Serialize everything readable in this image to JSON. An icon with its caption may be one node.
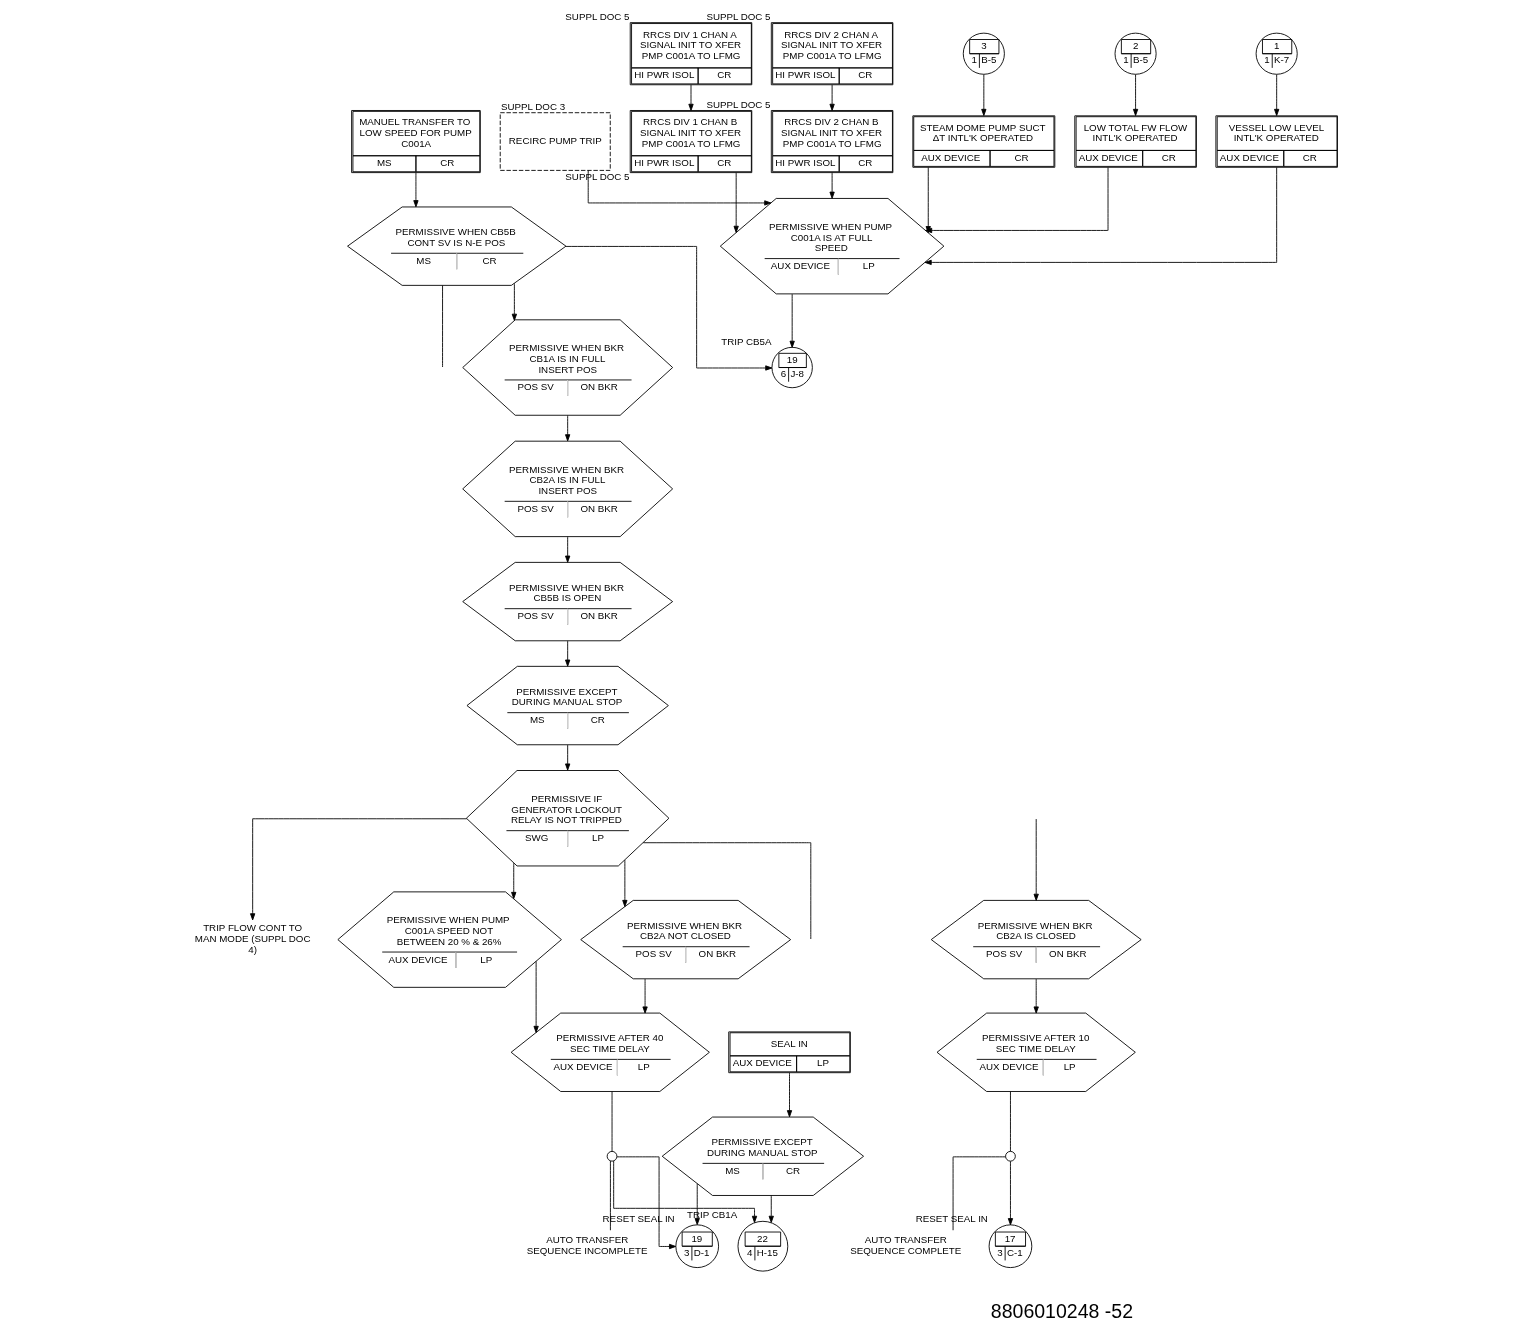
{
  "diagram": {
    "nodes": [
      {
        "text": [
          "MANUEL TRANSFER TO LOW SPEED FOR PUMP C001A",
          "MS",
          "CR"
        ]
      },
      {
        "text": [
          "PERMISSIVE WHEN CB5B CONT SV IS N-E POS",
          "MS",
          "CR"
        ]
      },
      {
        "text": [
          "PERMISSIVE WHEN BKR CB1A IS IN FULL INSERT POS",
          "POS SV",
          "ON BKR"
        ]
      },
      {
        "text": [
          "PERMISSIVE WHEN BKR CB2A IS IN FULL INSERT POS",
          "POS SV",
          "ON BKR"
        ]
      },
      {
        "text": [
          "PERMISSIVE WHEN BKR CB5B IS OPEN",
          "POS SV",
          "ON BKR"
        ]
      },
      {
        "text": [
          "PERMISSIVE EXCEPT DURING MANUAL STOP",
          "MS",
          "CR"
        ]
      },
      {
        "text": [
          "PERMISSIVE IF GENERATOR LOCKOUT RELAY IS NOT TRIPPED",
          "SWG",
          "LP"
        ]
      },
      {
        "text": [
          "STEAM DOME PUMP SUCT ΔT INTL'K OPERATED",
          "AUX DEVICE",
          "CR"
        ]
      },
      {
        "text": [
          "3",
          "1",
          "B-5"
        ]
      },
      {
        "text": [
          "LOW TOTAL FW FLOW INTL'K OPERATED",
          "AUX DEVICE",
          "CR"
        ]
      },
      {
        "text": [
          "2",
          "1",
          "B-5"
        ]
      },
      {
        "text": [
          "VESSEL LOW LEVEL INTL'K OPERATED",
          "AUX DEVICE",
          "CR"
        ]
      },
      {
        "text": [
          "1",
          "1",
          "K-7"
        ]
      },
      {
        "text": [
          "RECIRC PUMP TRIP"
        ],
        "beside": [
          "SUPPL DOC 3"
        ]
      },
      {
        "text": [
          "RRCS DIV 1 CHAN A SIGNAL INIT TO XFER PMP C001A TO LFMG",
          "HI PWR ISOL",
          "CR"
        ],
        "beside": [
          "SUPPL DOC 5"
        ]
      },
      {
        "text": [
          "RRCS DIV 2 CHAN A SIGNAL INIT TO XFER PMP C001A TO LFMG",
          "HI PWR ISOL",
          "CR"
        ],
        "beside": [
          "SUPPL DOC 5"
        ]
      },
      {
        "text": [
          "RRCS DIV 1 CHAN B SIGNAL INIT TO XFER PMP C001A TO LFMG",
          "HI PWR ISOL",
          "CR"
        ],
        "beside": [
          "SUPPL DOC 5"
        ]
      },
      {
        "text": [
          "RRCS DIV 2 CHAN B SIGNAL INIT TO XFER PMP C001A TO LFMG",
          "HI PWR ISOL",
          "CR"
        ],
        "beside": [
          "SUPPL DOC 5"
        ]
      },
      {
        "text": [
          "PERMISSIVE WHEN PUMP C001A IS AT FULL SPEED",
          "AUX DEVICE",
          "LP"
        ]
      },
      {
        "text": [
          "19",
          "6",
          "J-8"
        ],
        "beside": [
          "TRIP CB5A"
        ]
      },
      {
        "text": [
          "TRIP FLOW CONT TO MAN MODE (SUPPL DOC 4)"
        ]
      },
      {
        "text": [
          "PERMISSIVE WHEN PUMP C001A SPEED NOT BETWEEN 20 % & 26%",
          "AUX DEVICE",
          "LP"
        ]
      },
      {
        "text": [
          "PERMISSIVE WHEN BKR CB2A NOT CLOSED",
          "POS SV",
          "ON BKR"
        ]
      },
      {
        "text": [
          "PERMISSIVE AFTER 40 SEC TIME DELAY",
          "AUX DEVICE",
          "LP"
        ]
      },
      {
        "text": [],
        "shape": "circle"
      },
      {
        "text": [
          "AUTO TRANSFER SEQUENCE INCOMPLETE"
        ]
      },
      {
        "text": [
          "22",
          "4",
          "H-15"
        ],
        "beside": [
          "TRIP CB1A"
        ]
      },
      {
        "text": [
          "19",
          "3",
          "D-1"
        ],
        "beside": [
          "RESET SEAL IN"
        ]
      },
      {
        "text": [
          "SEAL IN",
          "AUX DEVICE",
          "LP"
        ]
      },
      {
        "text": [
          "PERMISSIVE EXCEPT DURING MANUAL STOP",
          "MS",
          "CR"
        ]
      },
      {
        "text": [
          "PERMISSIVE WHEN BKR CB2A IS CLOSED",
          "POS SV",
          "ON BKR"
        ]
      },
      {
        "text": [
          "PERMISSIVE AFTER 10 SEC TIME DELAY",
          "AUX DEVICE",
          "LP"
        ]
      },
      {
        "text": [],
        "shape": "circle"
      },
      {
        "text": [
          "AUTO TRANSFER SEQUENCE COMPLETE"
        ]
      },
      {
        "text": [
          "17",
          "3",
          "C-1"
        ],
        "beside": [
          "RESET SEAL IN"
        ]
      }
    ],
    "edges": [
      {
        "from": 0,
        "to": 1,
        "arrow": "to"
      },
      {
        "from": 1,
        "to": 2,
        "arrow": "to"
      },
      {
        "from": 2,
        "to": 3,
        "arrow": "to"
      },
      {
        "from": 3,
        "to": 4,
        "arrow": "to"
      },
      {
        "from": 4,
        "to": 5,
        "arrow": "to"
      },
      {
        "from": 5,
        "to": 6,
        "arrow": "to"
      },
      {
        "from": 1,
        "to": null,
        "arrow": "none"
      },
      {
        "from": 1,
        "to": 19,
        "arrow": "to"
      },
      {
        "from": 8,
        "to": 7,
        "arrow": "to"
      },
      {
        "from": 10,
        "to": 9,
        "arrow": "to"
      },
      {
        "from": 12,
        "to": 11,
        "arrow": "to"
      },
      {
        "from": 14,
        "to": 16,
        "arrow": "to"
      },
      {
        "from": 15,
        "to": 17,
        "arrow": "to"
      },
      {
        "from": 7,
        "to": 18,
        "arrow": "to"
      },
      {
        "from": 9,
        "to": 18,
        "arrow": "to"
      },
      {
        "from": 11,
        "to": 18,
        "arrow": "to"
      },
      {
        "from": 13,
        "to": 18,
        "arrow": "to"
      },
      {
        "from": 16,
        "to": 18,
        "arrow": "to"
      },
      {
        "from": 17,
        "to": 18,
        "arrow": "to"
      },
      {
        "from": 18,
        "to": 19,
        "arrow": "to"
      },
      {
        "from": 6,
        "to": null,
        "arrow": "none"
      },
      {
        "from": 6,
        "to": 20,
        "arrow": "to"
      },
      {
        "from": 6,
        "to": 21,
        "arrow": "to"
      },
      {
        "from": 6,
        "to": 22,
        "arrow": "to"
      },
      {
        "from": 21,
        "to": 23,
        "arrow": "to"
      },
      {
        "from": 22,
        "to": 23,
        "arrow": "to"
      },
      {
        "from": 23,
        "to": 24,
        "arrow": "none"
      },
      {
        "from": 24,
        "to": 25,
        "arrow": "none"
      },
      {
        "from": 24,
        "to": 26,
        "arrow": "to"
      },
      {
        "from": 24,
        "to": 27,
        "arrow": "to"
      },
      {
        "from": 28,
        "to": 29,
        "arrow": "to"
      },
      {
        "from": 29,
        "to": 26,
        "arrow": "to"
      },
      {
        "from": 29,
        "to": 27,
        "arrow": "to"
      },
      {
        "from": null,
        "to": 30,
        "arrow": "to"
      },
      {
        "from": 30,
        "to": 31,
        "arrow": "to"
      },
      {
        "from": 31,
        "to": 32,
        "arrow": "none"
      },
      {
        "from": 32,
        "to": 33,
        "arrow": "none"
      },
      {
        "from": 32,
        "to": 34,
        "arrow": "to"
      }
    ],
    "labels": [
      "8806010248 -52"
    ]
  }
}
